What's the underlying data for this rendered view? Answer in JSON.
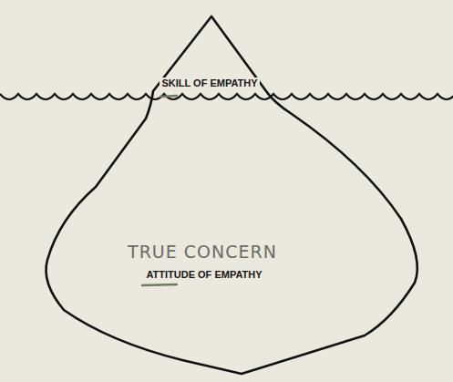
{
  "diagram": {
    "nodes": [
      {
        "text": [
          "SKILL OF EMPATHY",
          "TRUE CONCERN",
          "ATTITUDE OF EMPATHY"
        ]
      }
    ]
  }
}
